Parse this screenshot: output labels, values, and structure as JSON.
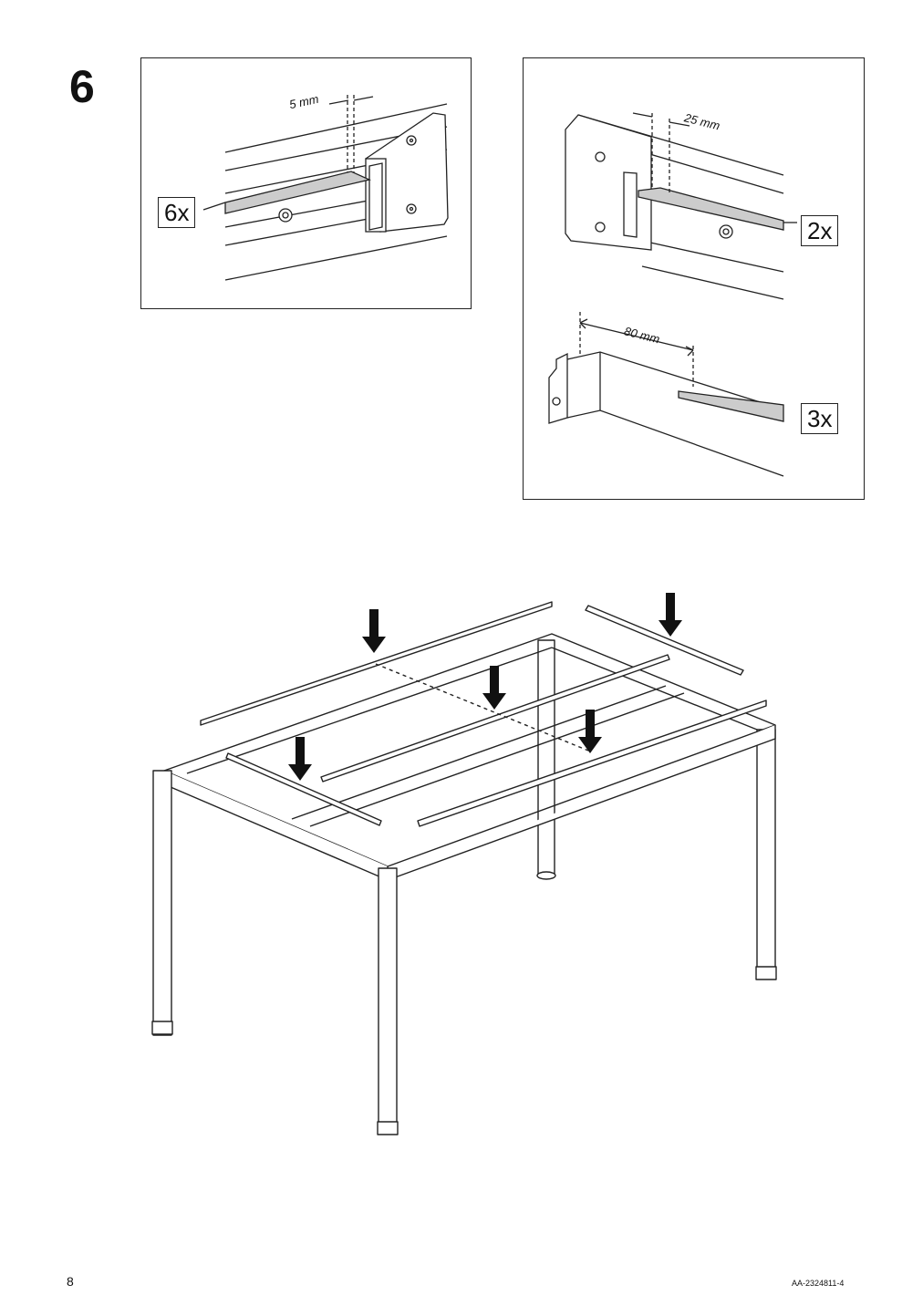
{
  "step": {
    "number": "6"
  },
  "detail_left": {
    "dimension": "5 mm",
    "quantity": "6x"
  },
  "detail_right": {
    "top": {
      "dimension": "25 mm",
      "quantity": "2x"
    },
    "bottom": {
      "dimension": "80 mm",
      "quantity": "3x"
    }
  },
  "illustration": {
    "name": "table frame with felt strips"
  },
  "footer": {
    "page_number": "8",
    "doc_code": "AA-2324811-4"
  }
}
